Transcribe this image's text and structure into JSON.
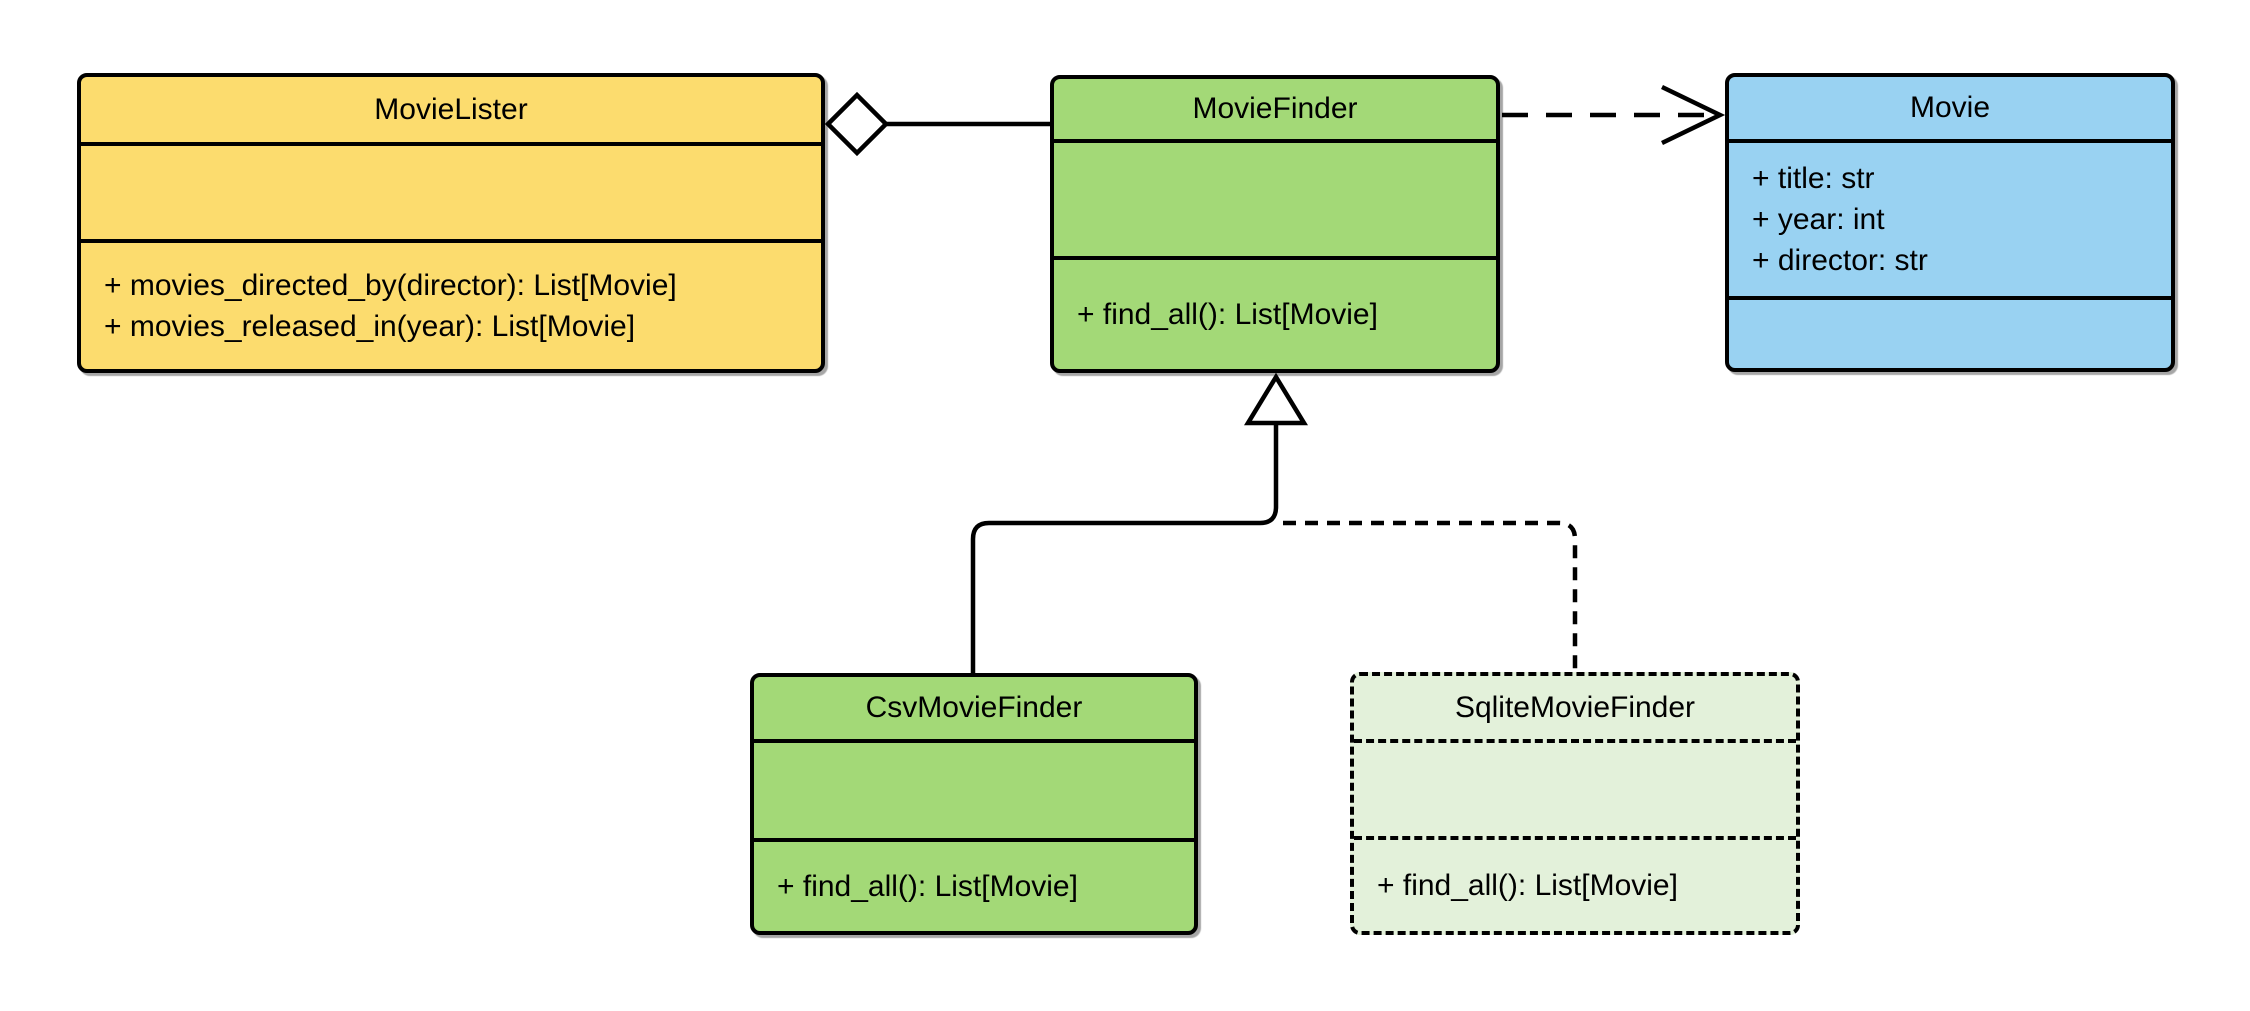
{
  "diagram": {
    "type": "uml-class-diagram",
    "background_color": "#ffffff"
  },
  "palette": {
    "yellow_fill": "#fcdc6e",
    "green_fill": "#a3d977",
    "blue_fill": "#99d2f2",
    "light_green_fill": "#e3f1da",
    "line_color": "#000000",
    "text_color": "#000000"
  },
  "classes": {
    "movie_lister": {
      "name": "MovieLister",
      "attributes": [],
      "methods": [
        "+ movies_directed_by(director): List[Movie]",
        "+ movies_released_in(year): List[Movie]"
      ]
    },
    "movie_finder": {
      "name": "MovieFinder",
      "attributes": [],
      "methods": [
        "+ find_all(): List[Movie]"
      ]
    },
    "movie": {
      "name": "Movie",
      "attributes": [
        "+ title: str",
        "+ year: int",
        "+ director: str"
      ],
      "methods": []
    },
    "csv_movie_finder": {
      "name": "CsvMovieFinder",
      "attributes": [],
      "methods": [
        "+ find_all(): List[Movie]"
      ]
    },
    "sqlite_movie_finder": {
      "name": "SqliteMovieFinder",
      "attributes": [],
      "methods": [
        "+ find_all(): List[Movie]"
      ]
    }
  },
  "relationships": [
    {
      "type": "aggregation",
      "from": "MovieLister",
      "to": "MovieFinder",
      "line": "solid",
      "marker": "hollow-diamond"
    },
    {
      "type": "dependency",
      "from": "MovieFinder",
      "to": "Movie",
      "line": "dashed",
      "marker": "open-arrow"
    },
    {
      "type": "generalization",
      "from": "CsvMovieFinder",
      "to": "MovieFinder",
      "line": "solid",
      "marker": "hollow-triangle"
    },
    {
      "type": "realization",
      "from": "SqliteMovieFinder",
      "to": "MovieFinder",
      "line": "dashed",
      "marker": "hollow-triangle"
    }
  ]
}
